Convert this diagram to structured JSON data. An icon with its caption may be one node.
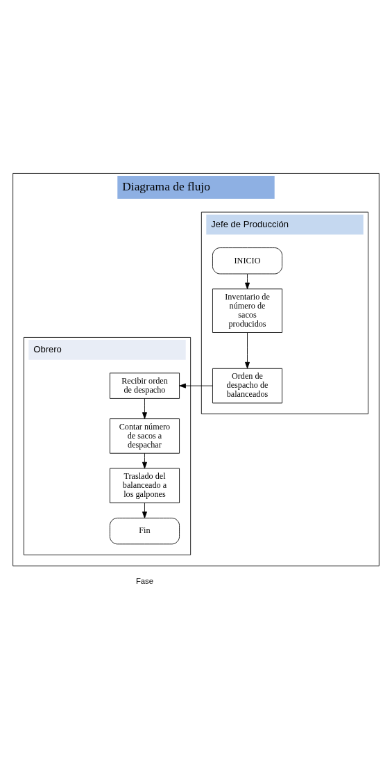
{
  "diagram": {
    "nodes": [
      {
        "text": [
          "Diagrama de flujo"
        ]
      },
      {
        "text": [
          "Jefe de Producción"
        ],
        "in": 0
      },
      {
        "text": [
          "Obrero"
        ],
        "in": 0
      },
      {
        "text": [
          "INICIO"
        ],
        "in": 1
      },
      {
        "text": [
          "Inventario de número de sacos producidos"
        ],
        "in": 1
      },
      {
        "text": [
          "Orden de despacho de balanceados"
        ],
        "in": 1
      },
      {
        "text": [
          "Recibir orden de despacho"
        ],
        "in": 2
      },
      {
        "text": [
          "Contar número de sacos a despachar"
        ],
        "in": 2
      },
      {
        "text": [
          "Traslado del balanceado a los galpones"
        ],
        "in": 2
      },
      {
        "text": [
          "Fin"
        ],
        "in": 2
      }
    ],
    "edges": [
      {
        "from": 3,
        "to": 4,
        "arrow": "to"
      },
      {
        "from": 4,
        "to": 5,
        "arrow": "to"
      },
      {
        "from": 5,
        "to": 6,
        "arrow": "to"
      },
      {
        "from": 6,
        "to": 7,
        "arrow": "to"
      },
      {
        "from": 7,
        "to": 8,
        "arrow": "to"
      },
      {
        "from": 8,
        "to": 9,
        "arrow": "to"
      }
    ],
    "labels": [
      "Fase"
    ]
  }
}
